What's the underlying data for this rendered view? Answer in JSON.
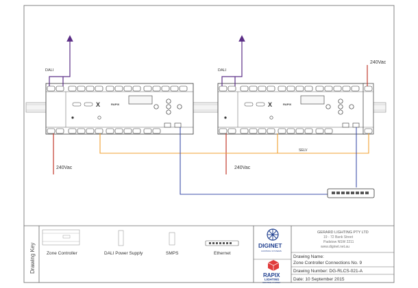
{
  "wires": {
    "dali_left": "DALI",
    "dali_right": "DALI",
    "mains_left": "240Vac",
    "mains_middle": "240Vac",
    "mains_right": "240Vac",
    "lv_bus": "SELV"
  },
  "key": {
    "title": "Drawing Key",
    "items": [
      {
        "label": "Zone Controller"
      },
      {
        "label": "DALI Power Supply"
      },
      {
        "label": "SMPS"
      },
      {
        "label": "Ethernet"
      }
    ]
  },
  "brand": {
    "diginet": "DIGINET",
    "diginet_sub": "CONTROL SYSTEMS",
    "rapix": "RAPIX",
    "rapix_sub1": "LIGHTING",
    "rapix_sub2": "CONTROL SYSTEM"
  },
  "company": {
    "name": "GERARD LIGHTING PTY LTD",
    "address1": "19 - 72 Bank Street",
    "address2": "Padstow NSW 2211",
    "web": "www.diginet.net.au"
  },
  "titleblock": {
    "name_label": "Drawing Name:",
    "name_value": "Zone Controller Connections No. 9",
    "number": "Drawing Number: DG-RLCS-021-A",
    "date": "Date: 10 September 2015"
  },
  "colors": {
    "dali": "#5b2d86",
    "mains": "#c0392b",
    "selv": "#f0a030",
    "ethernet": "#3d4fa8",
    "frame": "#666666"
  }
}
